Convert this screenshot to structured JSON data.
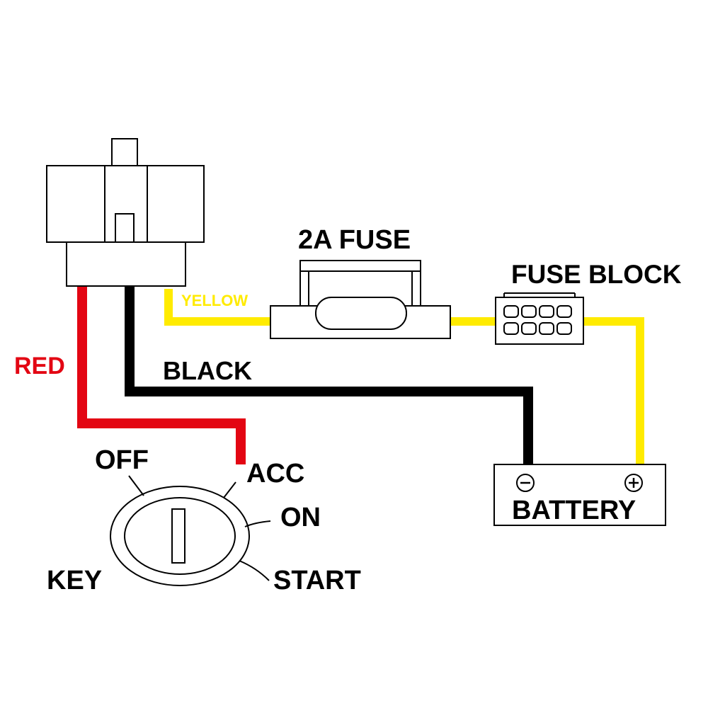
{
  "labels": {
    "red_wire": "RED",
    "black_wire": "BLACK",
    "yellow_wire": "YELLOW",
    "fuse": "2A FUSE",
    "fuse_block": "FUSE BLOCK",
    "battery": "BATTERY",
    "battery_negative": "−",
    "battery_positive": "+",
    "key": "KEY",
    "pos_off": "OFF",
    "pos_acc": "ACC",
    "pos_on": "ON",
    "pos_start": "START"
  },
  "colors": {
    "red_wire": "#e30613",
    "black_wire": "#000000",
    "yellow_wire": "#ffeb00",
    "outline": "#000000",
    "background": "#ffffff"
  }
}
